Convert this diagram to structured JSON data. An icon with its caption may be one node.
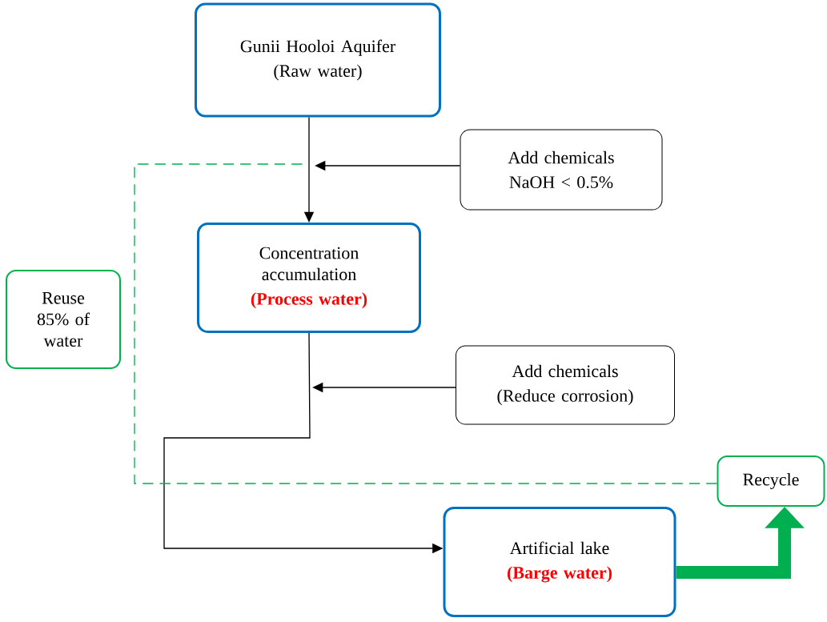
{
  "diagram": {
    "nodes": [
      {
        "text": [
          "Gunii Hooloi Aquifer",
          "(Raw water)"
        ]
      },
      {
        "text": [
          "Add chemicals",
          "NaOH < 0.5%"
        ]
      },
      {
        "text": [
          "Concentration accumulation",
          "(Process water)"
        ]
      },
      {
        "text": [
          "Reuse 85% of water"
        ]
      },
      {
        "text": [
          "Add chemicals",
          "(Reduce corrosion)"
        ]
      },
      {
        "text": [
          "Recycle"
        ]
      },
      {
        "text": [
          "Artificial lake",
          "(Barge water)"
        ]
      }
    ],
    "edges": [
      {
        "from": 0,
        "to": 2,
        "arrow": "to"
      },
      {
        "from": 1,
        "to": null,
        "arrow": "to"
      },
      {
        "from": 4,
        "to": null,
        "arrow": "to"
      },
      {
        "from": 2,
        "to": 6,
        "arrow": "to"
      },
      {
        "from": 5,
        "to": null,
        "arrow": "none",
        "style": "dashed",
        "color": "#00b050"
      },
      {
        "from": 6,
        "to": 5,
        "arrow": "to",
        "style": "thick",
        "color": "#00b050"
      }
    ]
  }
}
